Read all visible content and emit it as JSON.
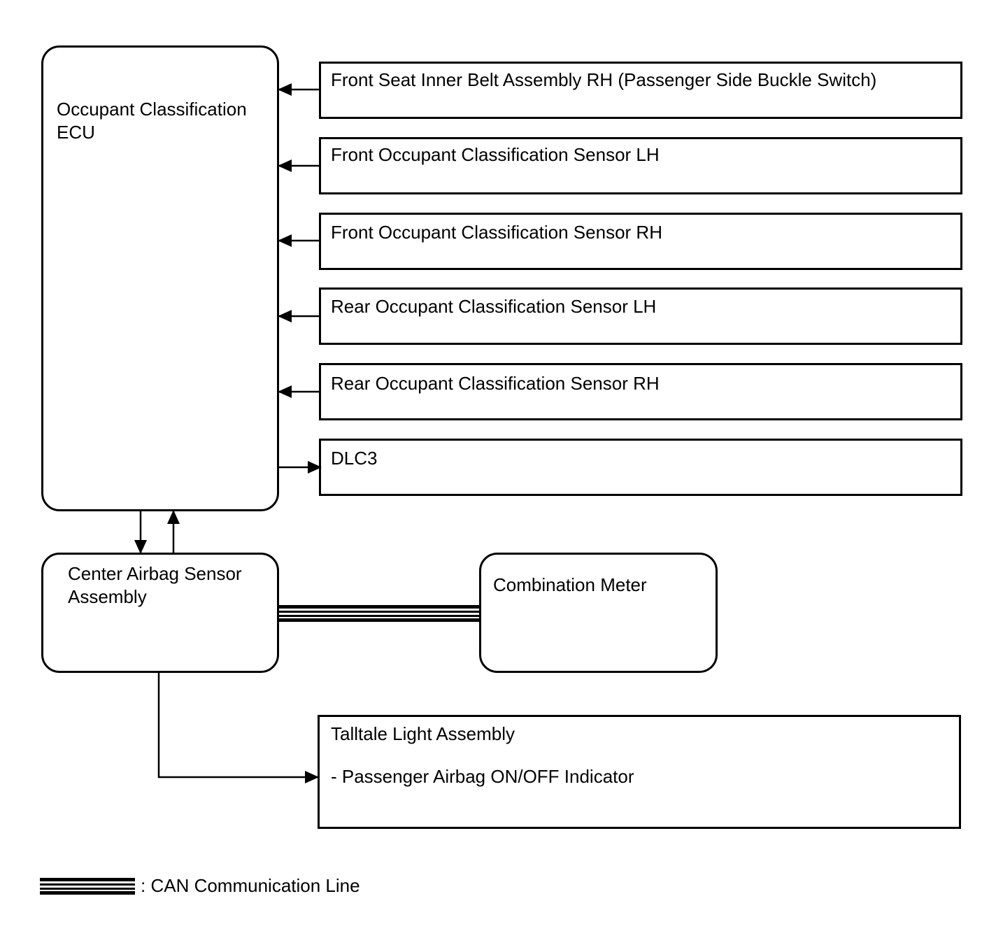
{
  "ecu": {
    "line1": "Occupant Classification",
    "line2": "ECU"
  },
  "inputs": [
    {
      "label": "Front Seat Inner Belt Assembly RH (Passenger Side Buckle Switch)"
    },
    {
      "label": "Front Occupant Classification Sensor LH"
    },
    {
      "label": "Front Occupant Classification Sensor RH"
    },
    {
      "label": "Rear Occupant Classification Sensor LH"
    },
    {
      "label": "Rear Occupant Classification Sensor RH"
    },
    {
      "label": "DLC3"
    }
  ],
  "airbag_sensor": {
    "line1": "Center Airbag Sensor",
    "line2": "Assembly"
  },
  "combination_meter": {
    "label": "Combination Meter"
  },
  "telltale": {
    "line1": "Talltale Light Assembly",
    "line2": "- Passenger Airbag ON/OFF Indicator"
  },
  "legend": {
    "label": ": CAN Communication Line"
  }
}
